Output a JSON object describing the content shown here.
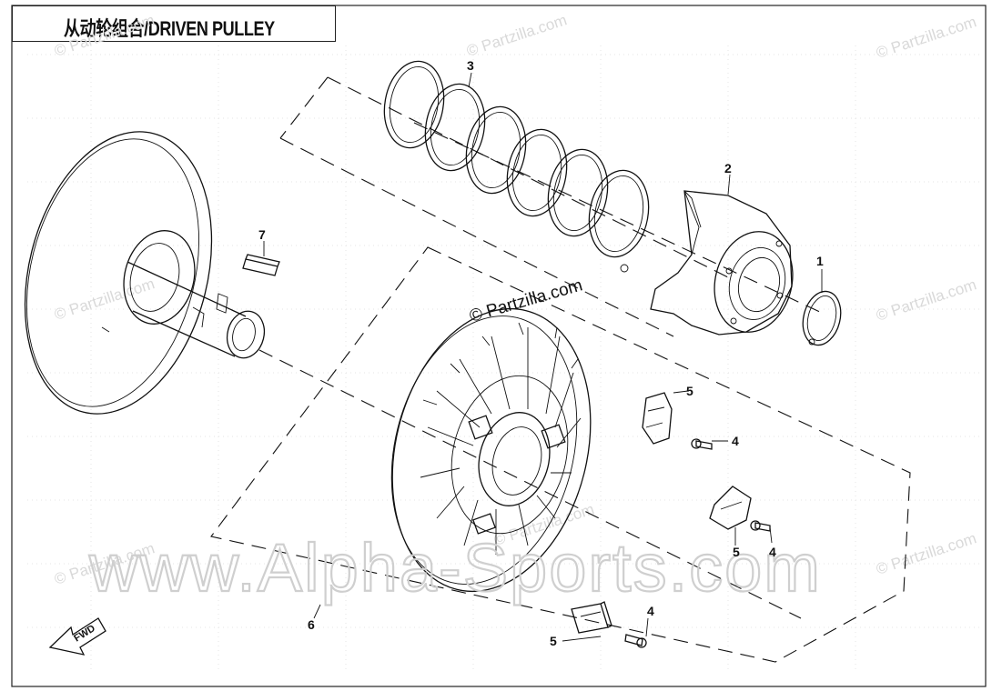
{
  "title": "从动轮组合/DRIVEN PULLEY",
  "watermark_main": "www.Alpha-Sports.com",
  "watermark_small": "© Partzilla.com",
  "watermark_center": "© Partzilla.com",
  "fwd_label": "FWD",
  "callouts": {
    "c1": "1",
    "c2": "2",
    "c3": "3",
    "c4a": "4",
    "c4b": "4",
    "c4c": "4",
    "c5a": "5",
    "c5b": "5",
    "c5c": "5",
    "c6": "6",
    "c7": "7"
  },
  "colors": {
    "line": "#111111",
    "watermark": "#cfcfcf",
    "background": "#ffffff"
  }
}
